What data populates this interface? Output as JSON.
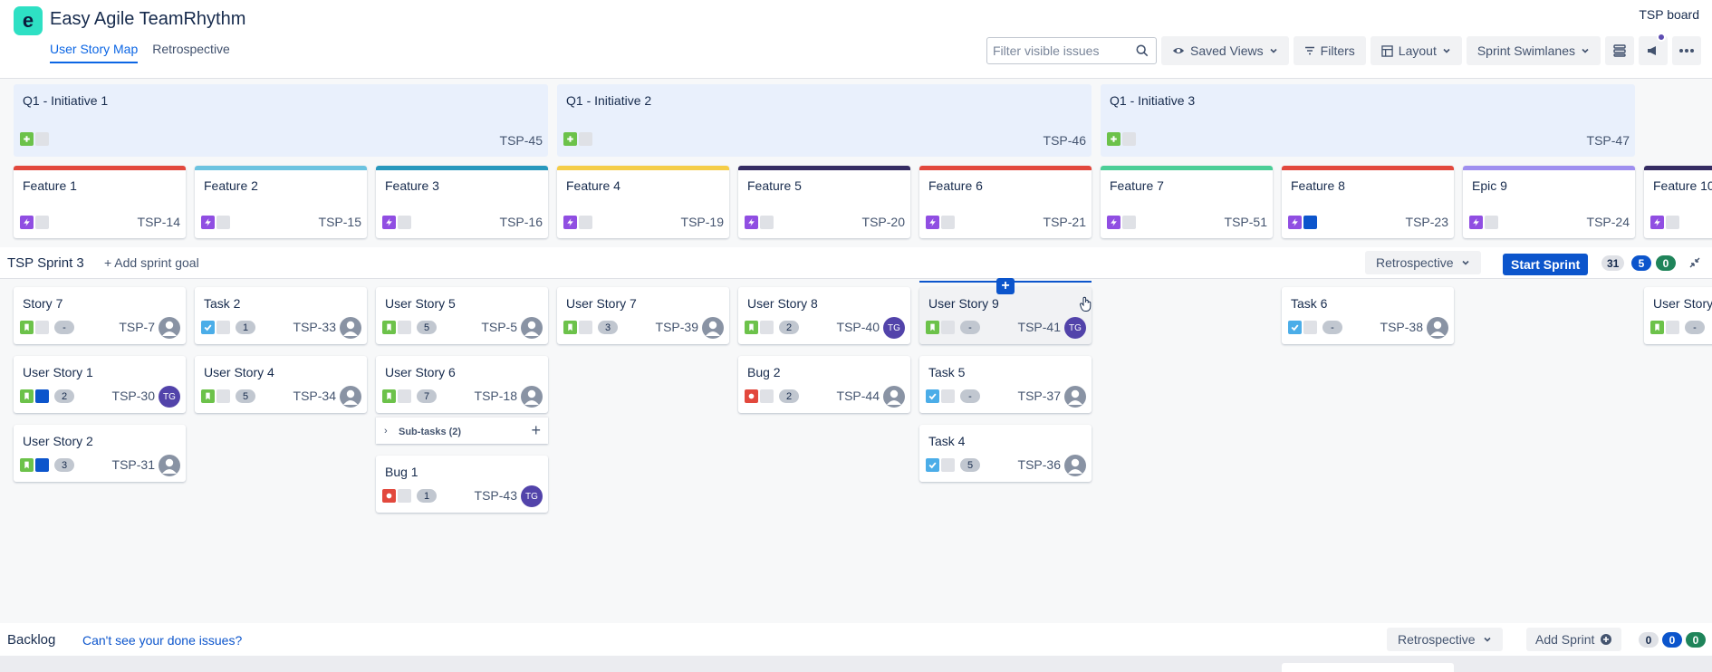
{
  "app": {
    "title": "Easy Agile TeamRhythm",
    "logo_letter": "e",
    "board_label": "TSP board"
  },
  "tabs": [
    {
      "label": "User Story Map"
    },
    {
      "label": "Retrospective"
    }
  ],
  "toolbar": {
    "search_placeholder": "Filter visible issues",
    "saved_views": "Saved Views",
    "filters": "Filters",
    "layout": "Layout",
    "swimlanes": "Sprint Swimlanes"
  },
  "initiatives": [
    {
      "title": "Q1 - Initiative 1",
      "key": "TSP-45"
    },
    {
      "title": "Q1 - Initiative 2",
      "key": "TSP-46"
    },
    {
      "title": "Q1 - Initiative 3",
      "key": "TSP-47"
    }
  ],
  "features": [
    {
      "title": "Feature 1",
      "key": "TSP-14",
      "color": "#e2483d"
    },
    {
      "title": "Feature 2",
      "key": "TSP-15",
      "color": "#6cc3e0"
    },
    {
      "title": "Feature 3",
      "key": "TSP-16",
      "color": "#2898bd"
    },
    {
      "title": "Feature 4",
      "key": "TSP-19",
      "color": "#f5cd47"
    },
    {
      "title": "Feature 5",
      "key": "TSP-20",
      "color": "#352c63"
    },
    {
      "title": "Feature 6",
      "key": "TSP-21",
      "color": "#e2483d"
    },
    {
      "title": "Feature 7",
      "key": "TSP-51",
      "color": "#4bce97"
    },
    {
      "title": "Feature 8",
      "key": "TSP-23",
      "color": "#e2483d"
    },
    {
      "title": "Epic 9",
      "key": "TSP-24",
      "color": "#9f8fef"
    },
    {
      "title": "Feature 10",
      "key": "",
      "color": "#352c63"
    }
  ],
  "sprint": {
    "name": "TSP Sprint 3",
    "add_goal": "+ Add sprint goal",
    "retro_label": "Retrospective",
    "start_label": "Start Sprint",
    "counts": [
      "31",
      "5",
      "0"
    ]
  },
  "cards": [
    {
      "title": "Story 7",
      "key": "TSP-7",
      "points": "-",
      "assignee": ""
    },
    {
      "title": "User Story 1",
      "key": "TSP-30",
      "points": "2",
      "assignee": "TG"
    },
    {
      "title": "User Story 2",
      "key": "TSP-31",
      "points": "3",
      "assignee": ""
    },
    {
      "title": "Task 2",
      "key": "TSP-33",
      "points": "1",
      "assignee": ""
    },
    {
      "title": "User Story 4",
      "key": "TSP-34",
      "points": "5",
      "assignee": ""
    },
    {
      "title": "User Story 5",
      "key": "TSP-5",
      "points": "5",
      "assignee": ""
    },
    {
      "title": "User Story 6",
      "key": "TSP-18",
      "points": "7",
      "assignee": ""
    },
    {
      "title": "Bug 1",
      "key": "TSP-43",
      "points": "1",
      "assignee": "TG"
    },
    {
      "title": "User Story 7",
      "key": "TSP-39",
      "points": "3",
      "assignee": ""
    },
    {
      "title": "User Story 8",
      "key": "TSP-40",
      "points": "2",
      "assignee": "TG"
    },
    {
      "title": "Bug 2",
      "key": "TSP-44",
      "points": "2",
      "assignee": ""
    },
    {
      "title": "User Story 9",
      "key": "TSP-41",
      "points": "-",
      "assignee": "TG"
    },
    {
      "title": "Task 5",
      "key": "TSP-37",
      "points": "-",
      "assignee": ""
    },
    {
      "title": "Task 4",
      "key": "TSP-36",
      "points": "5",
      "assignee": ""
    },
    {
      "title": "Task 6",
      "key": "TSP-38",
      "points": "-",
      "assignee": ""
    },
    {
      "title": "User Story",
      "key": "",
      "points": "-",
      "assignee": ""
    }
  ],
  "subtasks_label": "Sub-tasks (2)",
  "backlog": {
    "name": "Backlog",
    "link": "Can't see your done issues?",
    "retro_label": "Retrospective",
    "add_sprint": "Add Sprint",
    "counts": [
      "0",
      "0",
      "0"
    ]
  }
}
